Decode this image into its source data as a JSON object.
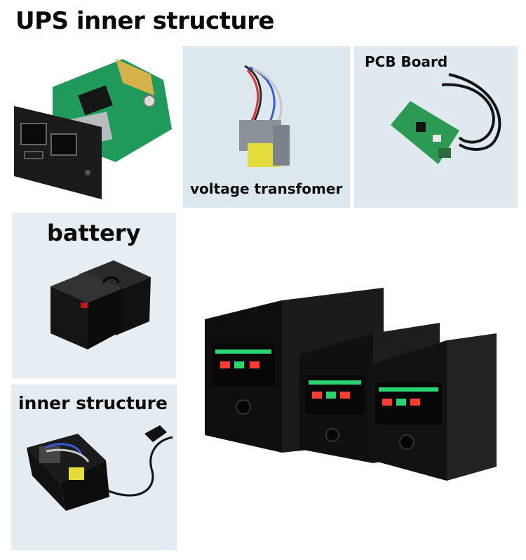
{
  "title": "UPS inner structure",
  "labels": {
    "voltage_transformer": "voltage transfomer",
    "pcb_board": "PCB Board",
    "battery": "battery",
    "inner_structure": "inner structure"
  },
  "photos": [
    "network-card",
    "voltage-transformer",
    "pcb-board",
    "battery",
    "inner-structure",
    "ups-units"
  ]
}
